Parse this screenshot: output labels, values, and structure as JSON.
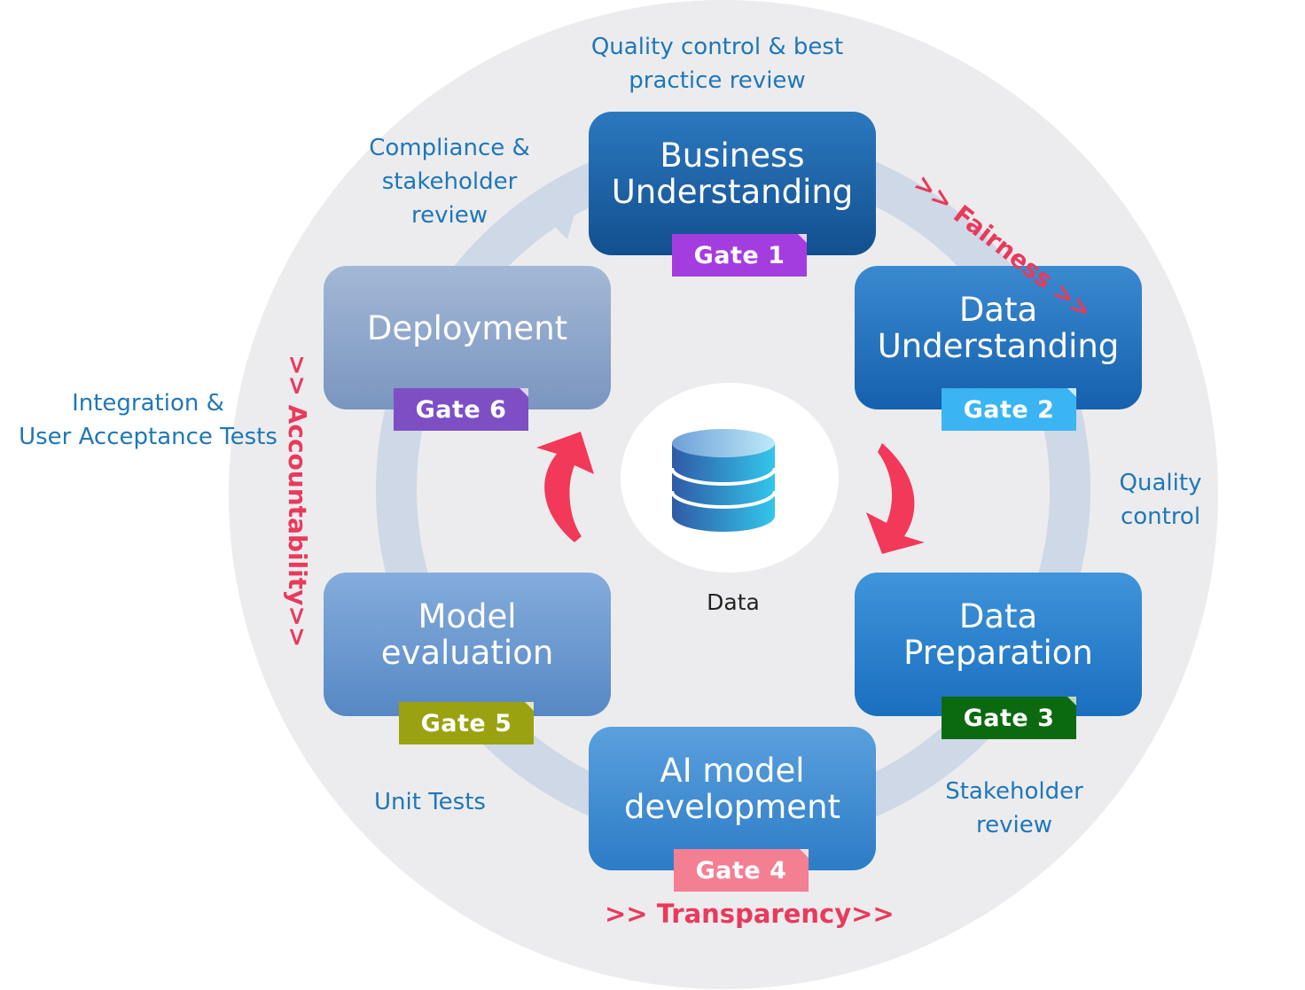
{
  "center_label": "Data",
  "stages": [
    {
      "id": "business",
      "lines": [
        "Business",
        "Understanding"
      ],
      "gate": "Gate 1",
      "color": "#1b5fa0",
      "gate_color": "#a43de0"
    },
    {
      "id": "data-understanding",
      "lines": [
        "Data",
        "Understanding"
      ],
      "gate": "Gate 2",
      "color": "#1e6fbd",
      "gate_color": "#3ab4f2"
    },
    {
      "id": "data-preparation",
      "lines": [
        "Data",
        "Preparation"
      ],
      "gate": "Gate 3",
      "color": "#1f7acb",
      "gate_color": "#0b6a10"
    },
    {
      "id": "ai-model",
      "lines": [
        "AI model",
        "development"
      ],
      "gate": "Gate 4",
      "color": "#3889d2",
      "gate_color": "#f47f93"
    },
    {
      "id": "model-evaluation",
      "lines": [
        "Model",
        "evaluation"
      ],
      "gate": "Gate 5",
      "color": "#6595cf",
      "gate_color": "#9aa212"
    },
    {
      "id": "deployment",
      "lines": [
        "Deployment"
      ],
      "gate": "Gate 6",
      "color": "#8fa8cc",
      "gate_color": "#7e4fc4"
    }
  ],
  "notes": {
    "top": [
      "Quality control & best",
      "practice review"
    ],
    "compliance": [
      "Compliance &",
      "stakeholder",
      "review"
    ],
    "integration": [
      "Integration &",
      "User Acceptance Tests"
    ],
    "quality": [
      "Quality",
      "control"
    ],
    "stakeholder": [
      "Stakeholder",
      "review"
    ],
    "unit": [
      "Unit Tests"
    ]
  },
  "principles": {
    "fairness": ">> Fairness >>",
    "accountability": ">> Accountability>>",
    "transparency": ">> Transparency>>"
  },
  "colors": {
    "accent": "#e93a5c",
    "note": "#1f77b8",
    "ring": "#ced8e6"
  }
}
